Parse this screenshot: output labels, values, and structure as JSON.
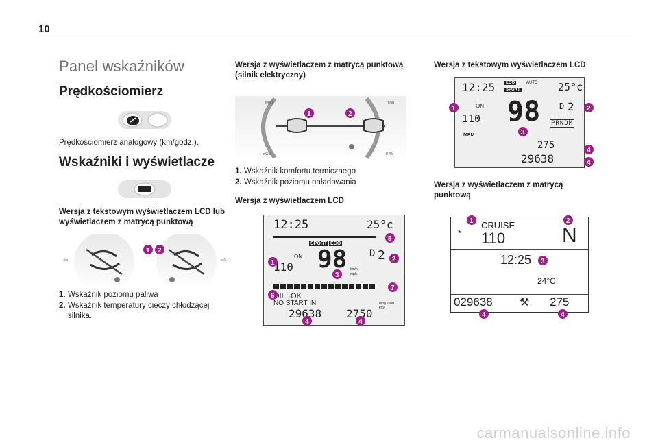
{
  "page_number": "10",
  "col1": {
    "title": "Panel wskaźników",
    "speedo_heading": "Prędkościomierz",
    "speedo_caption": "Prędkościomierz analogowy (km/godz.).",
    "indicators_heading": "Wskaźniki i wyświetlacze",
    "lcd_subheading": "Wersja z tekstowym wyświetlaczem LCD lub wyświetlaczem z matrycą punktową",
    "list": [
      {
        "num": "1.",
        "text": "Wskaźnik poziomu paliwa"
      },
      {
        "num": "2.",
        "text": "Wskaźnik temperatury cieczy chłodzącej silnika."
      }
    ]
  },
  "col2": {
    "electric_subheading": "Wersja z wyświetlaczem z matrycą punktową (silnik elektryczny)",
    "list": [
      {
        "num": "1.",
        "text": "Wskaźnik komfortu termicznego"
      },
      {
        "num": "2.",
        "text": "Wskaźnik poziomu naładowania"
      }
    ],
    "lcd_subheading": "Wersja z wyświetlaczem LCD",
    "gauge_labels": {
      "max": "MAX",
      "eco": "ECO",
      "hundred": "100",
      "zero": "0 %"
    },
    "lcd": {
      "time": "12:25",
      "temp": "25°c",
      "mode_sport": "SPORT",
      "mode_eco": "ECO",
      "speed": "98",
      "speed_unit_km": "km/h",
      "speed_unit_mph": "mph",
      "gear": "D",
      "gear_num": "2",
      "cruise_speed": "110",
      "cruise_on": "ON",
      "oil_msg": "OIL··OK",
      "start_msg": "NO START IN",
      "odometer": "29638",
      "trip": "2750",
      "consumption": "mpg l/100 km/l"
    }
  },
  "col3": {
    "text_lcd_heading": "Wersja z tekstowym wyświetlaczem LCD",
    "text_lcd": {
      "time": "12:25",
      "temp": "25°c",
      "eco": "ECO",
      "sport": "SPORT",
      "auto": "AUTO",
      "cruise_on": "ON",
      "cruise_speed": "110",
      "speed": "98",
      "gear": "D",
      "gear_num": "2",
      "gears": "PRNDM",
      "mem": "MEM",
      "trip": "275",
      "odometer": "29638"
    },
    "matrix_heading": "Wersja z wyświetlaczem z matrycą punktową",
    "matrix": {
      "cruise": "CRUISE",
      "cruise_speed": "110",
      "gear": "N",
      "time": "12:25",
      "temp": "24°C",
      "odometer": "029638",
      "service": "275"
    }
  },
  "watermark": "carmanualsonline.info",
  "colors": {
    "badge": "#a11f86",
    "heading_light": "#6f6f6f",
    "rule": "#b9b9b9"
  }
}
